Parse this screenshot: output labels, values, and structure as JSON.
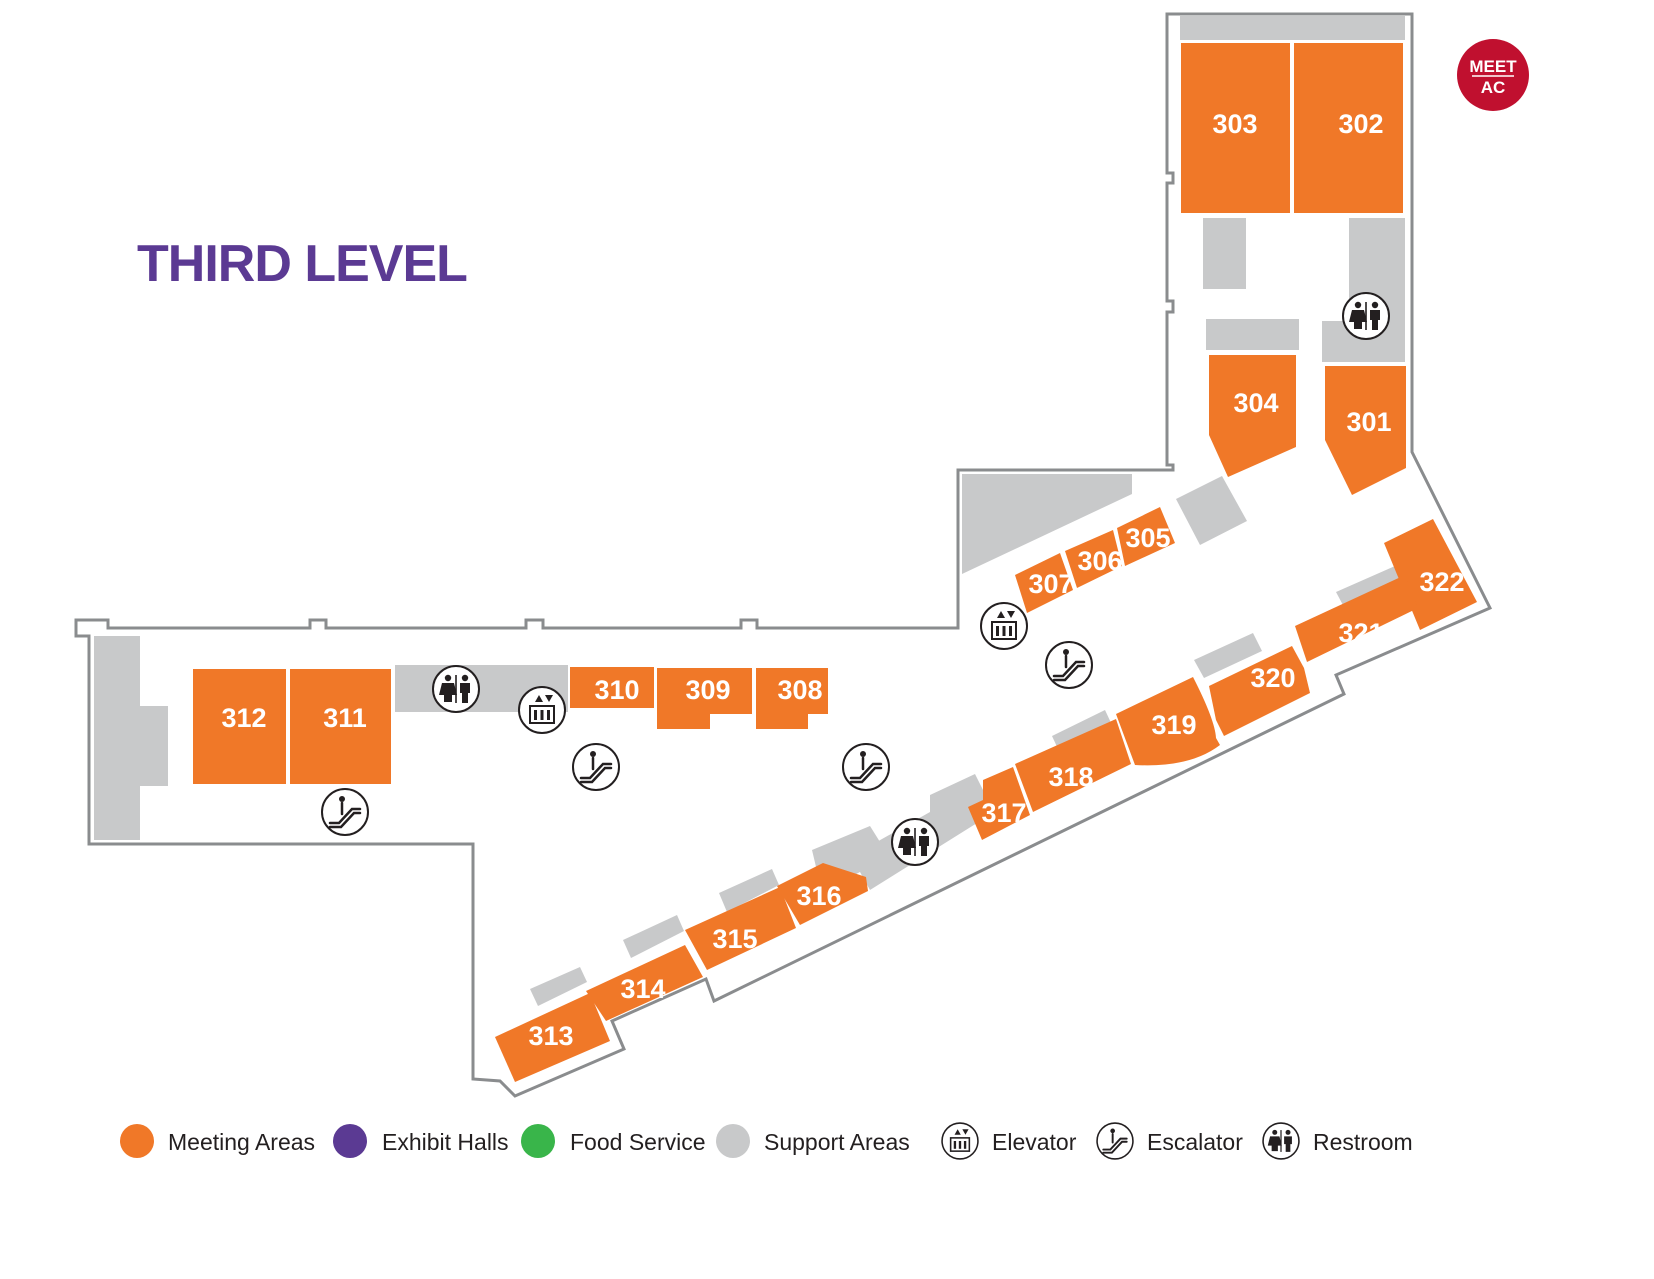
{
  "title": "THIRD LEVEL",
  "logo": {
    "line1": "MEET",
    "line2": "AC",
    "color": "#C0102F"
  },
  "colors": {
    "meeting": "#F07828",
    "exhibit": "#5B3A93",
    "food": "#39B54A",
    "support": "#C8C9CA",
    "outline": "#8A8C8E"
  },
  "rooms": {
    "r301": "301",
    "r302": "302",
    "r303": "303",
    "r304": "304",
    "r305": "305",
    "r306": "306",
    "r307": "307",
    "r308": "308",
    "r309": "309",
    "r310": "310",
    "r311": "311",
    "r312": "312",
    "r313": "313",
    "r314": "314",
    "r315": "315",
    "r316": "316",
    "r317": "317",
    "r318": "318",
    "r319": "319",
    "r320": "320",
    "r321": "321",
    "r322": "322"
  },
  "legend": {
    "meeting": "Meeting Areas",
    "exhibit": "Exhibit Halls",
    "food": "Food Service",
    "support": "Support Areas",
    "elevator": "Elevator",
    "escalator": "Escalator",
    "restroom": "Restroom"
  },
  "icons": {
    "elevator": "elevator-icon",
    "escalator": "escalator-icon",
    "restroom": "restroom-icon"
  }
}
